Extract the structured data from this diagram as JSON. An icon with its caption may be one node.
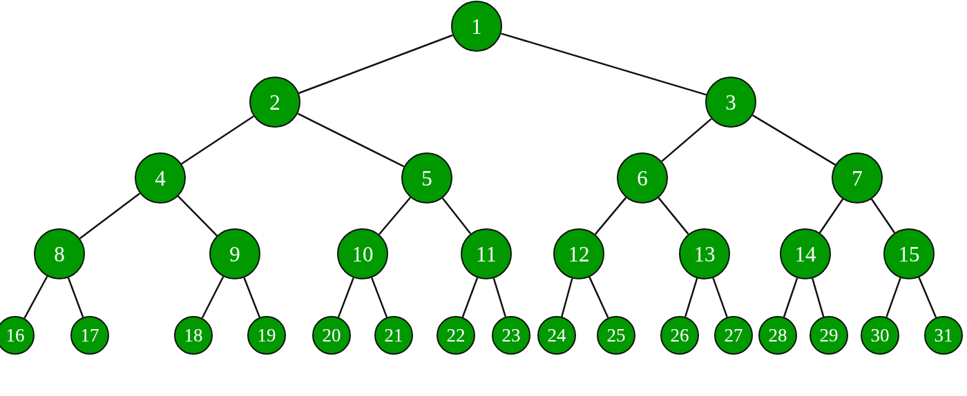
{
  "diagram": {
    "nodes": [
      {
        "text": [
          "1"
        ]
      },
      {
        "text": [
          "2"
        ]
      },
      {
        "text": [
          "3"
        ]
      },
      {
        "text": [
          "4"
        ]
      },
      {
        "text": [
          "5"
        ]
      },
      {
        "text": [
          "6"
        ]
      },
      {
        "text": [
          "7"
        ]
      },
      {
        "text": [
          "8"
        ]
      },
      {
        "text": [
          "9"
        ]
      },
      {
        "text": [
          "10"
        ]
      },
      {
        "text": [
          "11"
        ]
      },
      {
        "text": [
          "12"
        ]
      },
      {
        "text": [
          "13"
        ]
      },
      {
        "text": [
          "14"
        ]
      },
      {
        "text": [
          "15"
        ]
      },
      {
        "text": [
          "16"
        ]
      },
      {
        "text": [
          "17"
        ]
      },
      {
        "text": [
          "18"
        ]
      },
      {
        "text": [
          "19"
        ]
      },
      {
        "text": [
          "20"
        ]
      },
      {
        "text": [
          "21"
        ]
      },
      {
        "text": [
          "22"
        ]
      },
      {
        "text": [
          "23"
        ]
      },
      {
        "text": [
          "24"
        ]
      },
      {
        "text": [
          "25"
        ]
      },
      {
        "text": [
          "26"
        ]
      },
      {
        "text": [
          "27"
        ]
      },
      {
        "text": [
          "28"
        ]
      },
      {
        "text": [
          "29"
        ]
      },
      {
        "text": [
          "30"
        ]
      },
      {
        "text": [
          "31"
        ]
      }
    ],
    "edges": [
      {
        "from": 0,
        "to": 1,
        "arrow": "none"
      },
      {
        "from": 0,
        "to": 2,
        "arrow": "none"
      },
      {
        "from": 1,
        "to": 3,
        "arrow": "none"
      },
      {
        "from": 1,
        "to": 4,
        "arrow": "none"
      },
      {
        "from": 2,
        "to": 5,
        "arrow": "none"
      },
      {
        "from": 2,
        "to": 6,
        "arrow": "none"
      },
      {
        "from": 3,
        "to": 7,
        "arrow": "none"
      },
      {
        "from": 3,
        "to": 8,
        "arrow": "none"
      },
      {
        "from": 4,
        "to": 9,
        "arrow": "none"
      },
      {
        "from": 4,
        "to": 10,
        "arrow": "none"
      },
      {
        "from": 5,
        "to": 11,
        "arrow": "none"
      },
      {
        "from": 5,
        "to": 12,
        "arrow": "none"
      },
      {
        "from": 6,
        "to": 13,
        "arrow": "none"
      },
      {
        "from": 6,
        "to": 14,
        "arrow": "none"
      },
      {
        "from": 7,
        "to": 15,
        "arrow": "none"
      },
      {
        "from": 7,
        "to": 16,
        "arrow": "none"
      },
      {
        "from": 8,
        "to": 17,
        "arrow": "none"
      },
      {
        "from": 8,
        "to": 18,
        "arrow": "none"
      },
      {
        "from": 9,
        "to": 19,
        "arrow": "none"
      },
      {
        "from": 9,
        "to": 20,
        "arrow": "none"
      },
      {
        "from": 10,
        "to": 21,
        "arrow": "none"
      },
      {
        "from": 10,
        "to": 22,
        "arrow": "none"
      },
      {
        "from": 11,
        "to": 23,
        "arrow": "none"
      },
      {
        "from": 11,
        "to": 24,
        "arrow": "none"
      },
      {
        "from": 12,
        "to": 25,
        "arrow": "none"
      },
      {
        "from": 12,
        "to": 26,
        "arrow": "none"
      },
      {
        "from": 13,
        "to": 27,
        "arrow": "none"
      },
      {
        "from": 13,
        "to": 28,
        "arrow": "none"
      },
      {
        "from": 14,
        "to": 29,
        "arrow": "none"
      },
      {
        "from": 14,
        "to": 30,
        "arrow": "none"
      }
    ]
  }
}
